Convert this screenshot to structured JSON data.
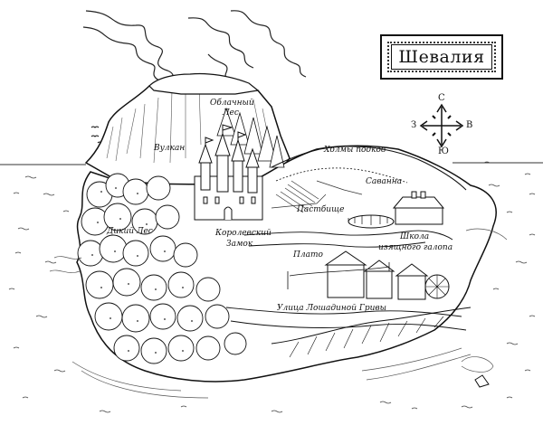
{
  "map": {
    "title": "Шевалия",
    "compass": {
      "north": "С",
      "south": "Ю",
      "west": "З",
      "east": "В"
    },
    "places": [
      {
        "id": "cloud-forest",
        "label_line1": "Облачный",
        "label_line2": "Лес"
      },
      {
        "id": "volcano",
        "label": "Вулкан"
      },
      {
        "id": "horseshoe-hills",
        "label": "Холмы подков"
      },
      {
        "id": "savanna",
        "label": "Саванна"
      },
      {
        "id": "pasture",
        "label": "Пастбище"
      },
      {
        "id": "wild-forest",
        "label": "Дикий Лес"
      },
      {
        "id": "royal-castle",
        "label_line1": "Королевский",
        "label_line2": "Замок"
      },
      {
        "id": "graceful-gallop-school",
        "label_line1": "Школа",
        "label_line2": "изящного галопа"
      },
      {
        "id": "plateau",
        "label": "Плато"
      },
      {
        "id": "horse-mane-street",
        "label": "Улица Лошадиной Гривы"
      }
    ],
    "colors": {
      "ink": "#111111",
      "paper": "#ffffff",
      "hatch": "#555555"
    }
  }
}
